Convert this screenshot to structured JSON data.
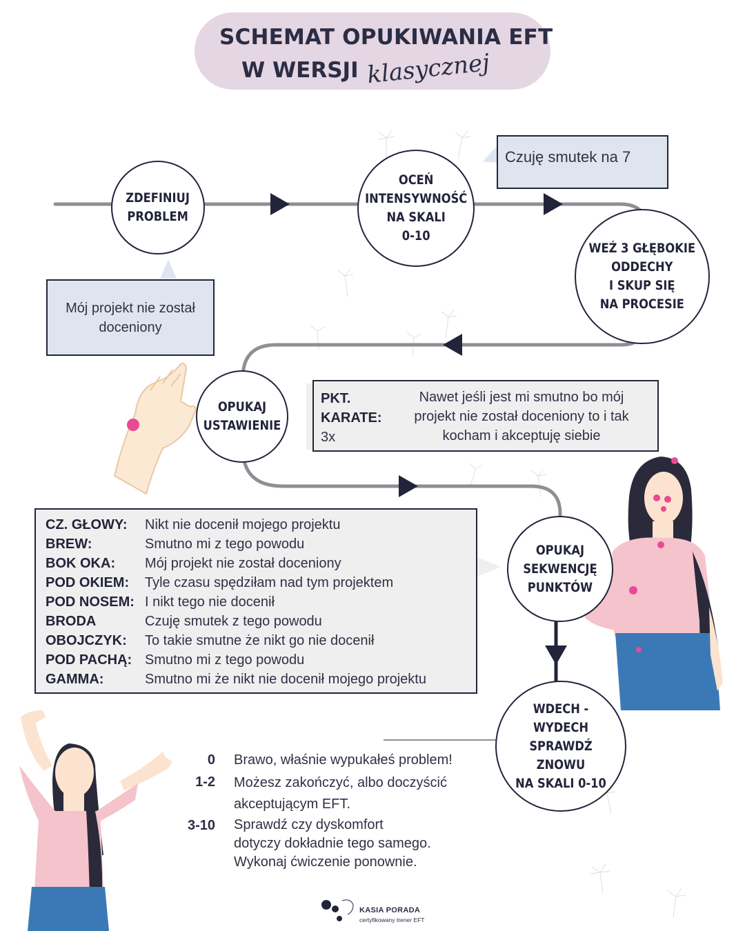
{
  "title": {
    "line1": "SCHEMAT OPUKIWANIA EFT",
    "line2": "W WERSJI",
    "script": "klasycznej"
  },
  "steps": {
    "define": "ZDEFINIUJ\nPROBLEM",
    "rate": "OCEŃ\nINTENSYWNOŚĆ\nNA SKALI\n0-10",
    "breathe": "WEŹ 3 GŁĘBOKIE\nODDECHY\nI SKUP SIĘ\nNA PROCESIE",
    "setup": "OPUKAJ\nUSTAWIENIE",
    "sequence": "OPUKAJ\nSEKWENCJĘ\nPUNKTÓW",
    "recheck": "WDECH - WYDECH\nSPRAWDŹ ZNOWU\nNA SKALI 0-10"
  },
  "callouts": {
    "problem": "Mój projekt nie został\ndoceniony",
    "intensity": "Czuję smutek na 7",
    "setup_point": "PKT.\nKARATE:",
    "setup_reps": "3x",
    "setup_phrase": "Nawet jeśli jest mi smutno bo mój\nprojekt nie został doceniony to i tak\nkocham i akceptuję siebie"
  },
  "sequence": [
    {
      "point": "CZ. GŁOWY:",
      "phrase": "Nikt nie docenił mojego projektu"
    },
    {
      "point": "BREW:",
      "phrase": "Smutno mi z tego powodu"
    },
    {
      "point": "BOK OKA:",
      "phrase": "Mój projekt nie został doceniony"
    },
    {
      "point": "POD OKIEM:",
      "phrase": "Tyle czasu spędziłam nad tym projektem"
    },
    {
      "point": "POD NOSEM:",
      "phrase": "I nikt tego nie docenił"
    },
    {
      "point": "BRODA",
      "phrase": "Czuję smutek z tego powodu"
    },
    {
      "point": "OBOJCZYK:",
      "phrase": "To takie smutne że nikt go nie docenił"
    },
    {
      "point": "POD PACHĄ:",
      "phrase": "Smutno mi z tego powodu"
    },
    {
      "point": "GAMMA:",
      "phrase": "Smutno mi że nikt nie docenił mojego projektu"
    }
  ],
  "scale": [
    {
      "range": "0",
      "text": "Brawo, właśnie wypukałeś problem!"
    },
    {
      "range": "1-2",
      "text": "Możesz zakończyć, albo doczyścić\nakceptującym EFT."
    },
    {
      "range": "3-10",
      "text": "Sprawdź czy dyskomfort\ndotyczy dokładnie tego samego.\nWykonaj ćwiczenie ponownie."
    }
  ],
  "footer": {
    "name": "KASIA PORADA",
    "subtitle": "certyfikowany trener EFT"
  },
  "colors": {
    "navy": "#22243a",
    "line_grey": "#8e8e95",
    "pill": "#e4d6e2",
    "box_blue": "#dfe5ef",
    "box_grey": "#efefef",
    "tap_point": "#e84a96",
    "shirt": "#f4c3cb",
    "skirt": "#3b79b6"
  }
}
